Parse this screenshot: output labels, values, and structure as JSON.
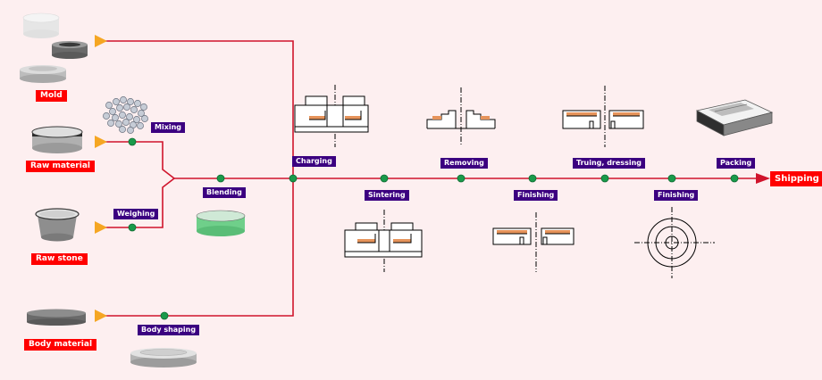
{
  "inputs": {
    "mold": "Mold",
    "raw_material": "Raw material",
    "raw_stone": "Raw stone",
    "body_material": "Body material"
  },
  "steps": {
    "mixing": "Mixing",
    "weighing": "Weighing",
    "blending": "Blending",
    "body_shaping": "Body shaping",
    "charging": "Charging",
    "sintering": "Sintering",
    "removing": "Removing",
    "finishing_1": "Finishing",
    "truing_dressing": "Truing, dressing",
    "finishing_2": "Finishing",
    "packing": "Packing"
  },
  "output": {
    "shipping": "Shipping"
  },
  "colors": {
    "background": "#fdeff0",
    "flow_line": "#d0142c",
    "node": "#1a9a4a",
    "arrow_head": "#f5a623",
    "input_label": "#ff0000",
    "step_label": "#3b0080"
  }
}
